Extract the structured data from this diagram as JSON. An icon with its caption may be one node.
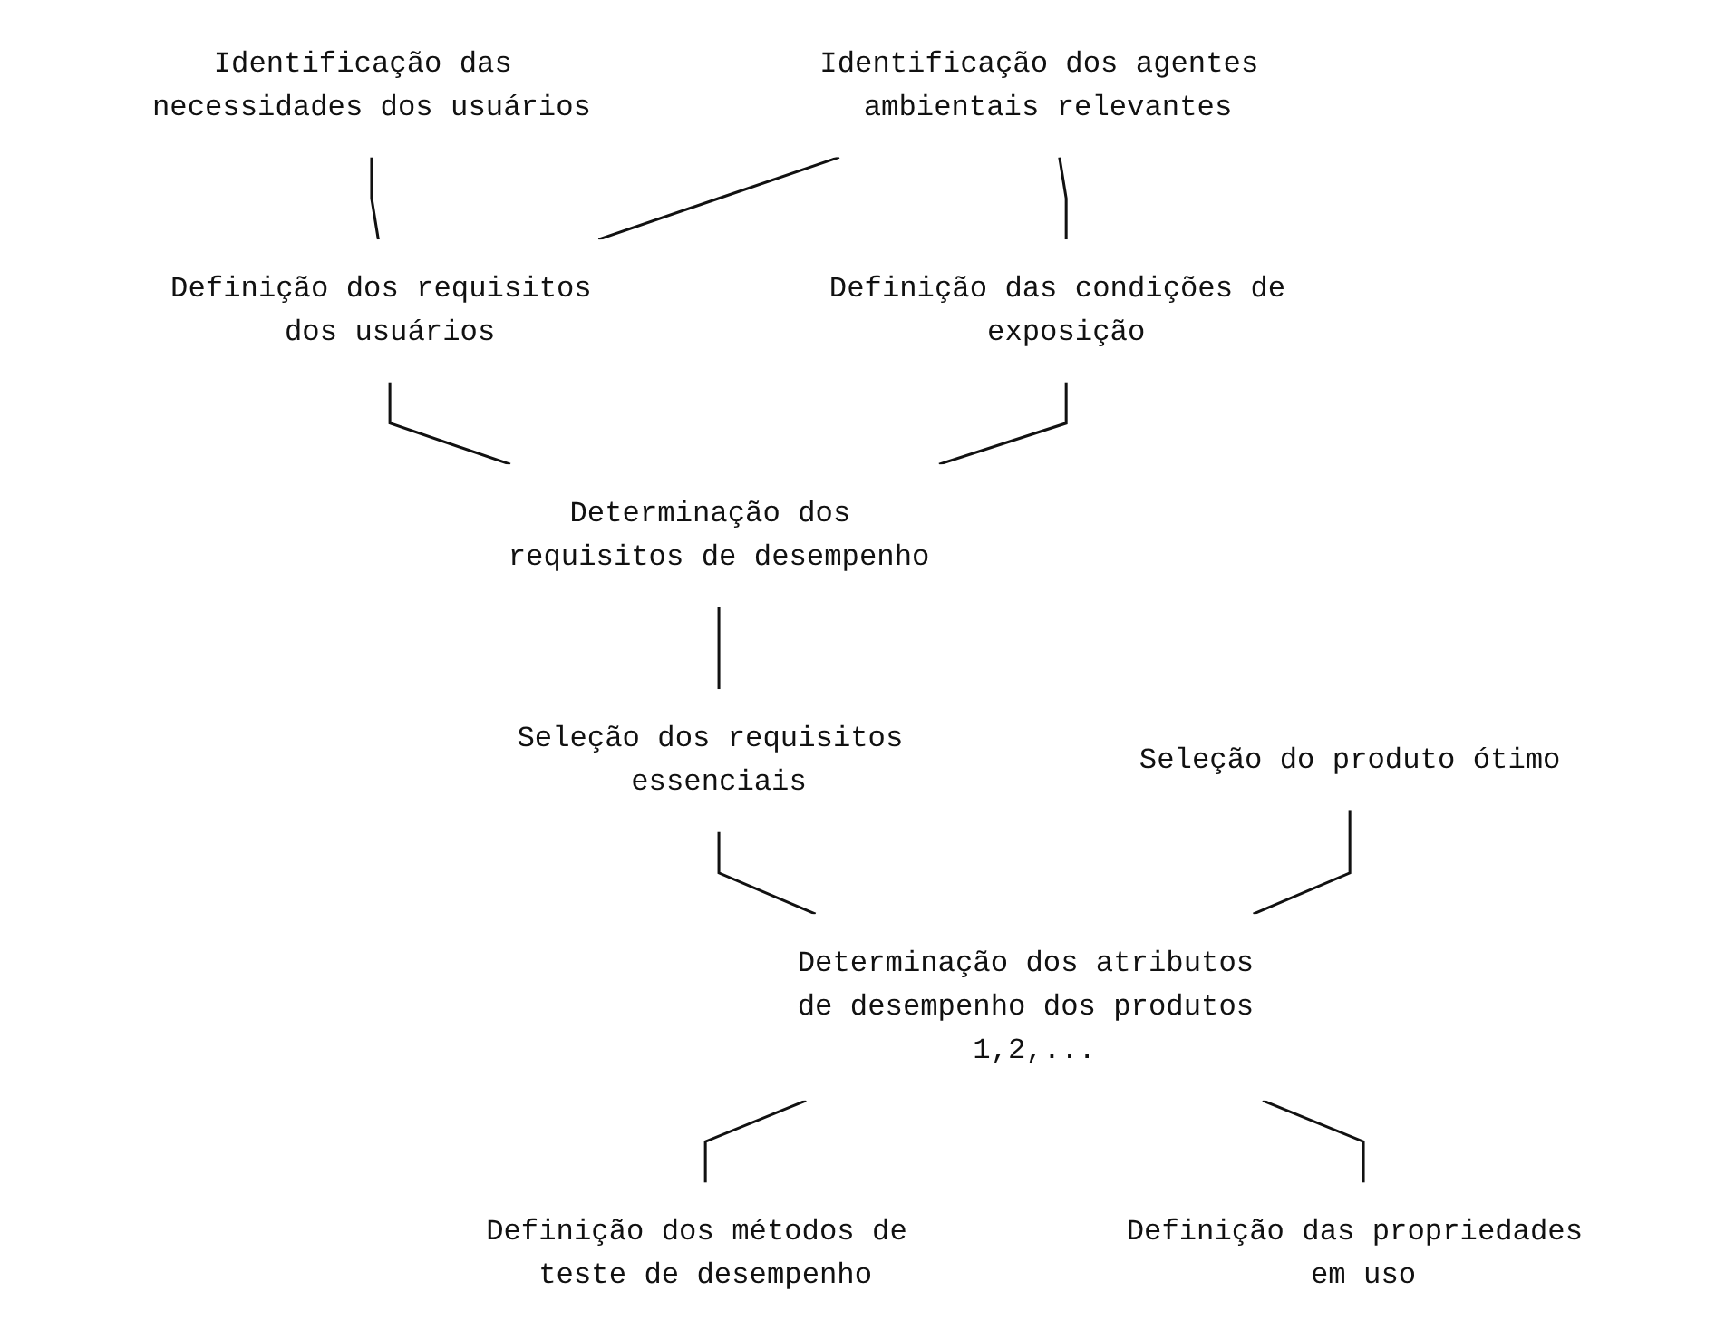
{
  "diagram": {
    "nodes": [
      {
        "text": [
          "Identificação das necessidades dos usuários"
        ]
      },
      {
        "text": [
          "Identificação dos agentes ambientais relevantes"
        ]
      },
      {
        "text": [
          "Definição dos requisitos dos usuários"
        ]
      },
      {
        "text": [
          "Definição das condições de exposição"
        ]
      },
      {
        "text": [
          "Determinação dos requisitos de desempenho"
        ]
      },
      {
        "text": [
          "Seleção dos requisitos essenciais"
        ]
      },
      {
        "text": [
          "Seleção do produto ótimo"
        ]
      },
      {
        "text": [
          "Determinação dos atributos de desempenho dos produtos 1,2,..."
        ]
      },
      {
        "text": [
          "Definição dos métodos de teste de desempenho"
        ]
      },
      {
        "text": [
          "Definição das propriedades em uso"
        ]
      }
    ],
    "edges": [
      {
        "from": 0,
        "to": 2,
        "arrow": "none"
      },
      {
        "from": 1,
        "to": 2,
        "arrow": "none"
      },
      {
        "from": 1,
        "to": 3,
        "arrow": "none"
      },
      {
        "from": 2,
        "to": 4,
        "arrow": "none"
      },
      {
        "from": 3,
        "to": 4,
        "arrow": "none"
      },
      {
        "from": 4,
        "to": 5,
        "arrow": "none"
      },
      {
        "from": 5,
        "to": 7,
        "arrow": "none"
      },
      {
        "from": 6,
        "to": 7,
        "arrow": "none"
      },
      {
        "from": 7,
        "to": 8,
        "arrow": "none"
      },
      {
        "from": 7,
        "to": 9,
        "arrow": "none"
      }
    ]
  }
}
